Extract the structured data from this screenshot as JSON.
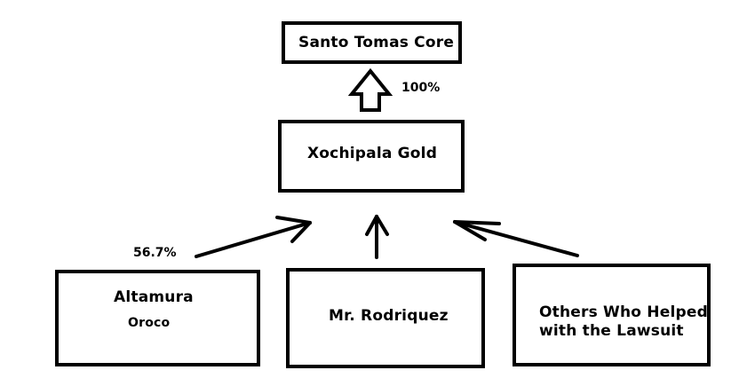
{
  "nodes": {
    "top": {
      "label": "Santo Tomas Core"
    },
    "middle": {
      "label": "Xochipala Gold"
    },
    "altamura": {
      "line1": "Altamura",
      "line2": "Oroco"
    },
    "rodriquez": {
      "label": "Mr. Rodriquez"
    },
    "others": {
      "line1": "Others Who Helped",
      "line2": "with the Lawsuit"
    }
  },
  "edges": {
    "middle_to_top": "100%",
    "altamura_to_middle": "56.7%"
  }
}
